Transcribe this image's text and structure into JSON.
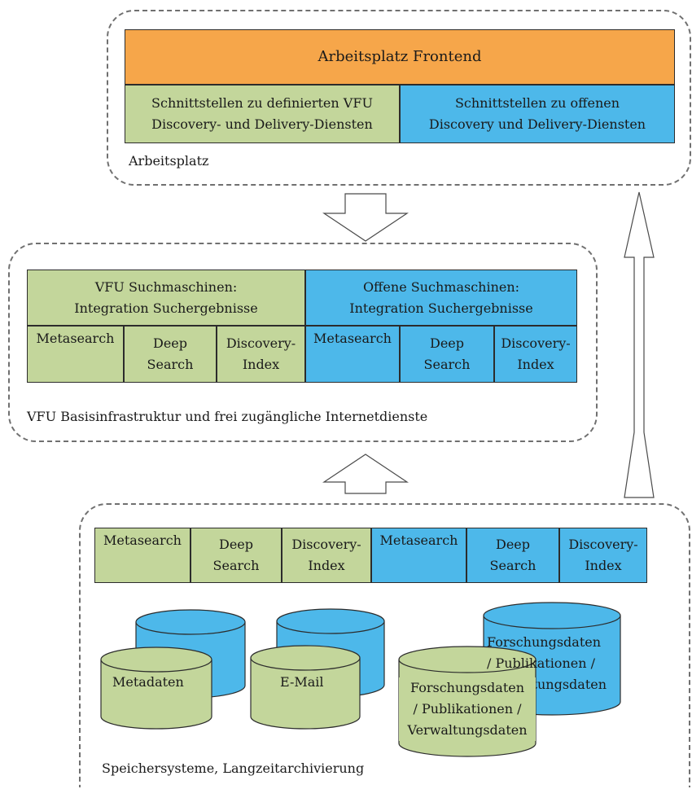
{
  "colors": {
    "green": "#c3d69b",
    "blue": "#4db8ea",
    "orange": "#f6a64a",
    "cylinder_green": "#c3d69b",
    "cylinder_blue": "#4db8ea"
  },
  "top": {
    "frontend": "Arbeitsplatz Frontend",
    "left_interface": "Schnittstellen zu definierten VFU\nDiscovery-  und Delivery-Diensten",
    "right_interface": "Schnittstellen zu offenen\nDiscovery und Delivery-Diensten",
    "caption": "Arbeitsplatz"
  },
  "middle": {
    "left_header": "VFU Suchmaschinen:\nIntegration Suchergebnisse",
    "right_header": "Offene Suchmaschinen:\nIntegration Suchergebnisse",
    "left_items": [
      "Metasearch",
      "Deep\nSearch",
      "Discovery-\nIndex"
    ],
    "right_items": [
      "Metasearch",
      "Deep\nSearch",
      "Discovery-\nIndex"
    ],
    "caption": "VFU  Basisinfrastruktur und frei zugängliche Internetdienste"
  },
  "bottom": {
    "row": [
      "Metasearch",
      "Deep\nSearch",
      "Discovery-\nIndex",
      "Metasearch",
      "Deep\nSearch",
      "Discovery-\nIndex"
    ],
    "back_cylinder_right": "Forschungsdaten\n/ Publikationen /\nVerwaltungsdaten",
    "cylinder_metadata": "Metadaten",
    "cylinder_email": "E-Mail",
    "cylinder_research": "Forschungsdaten\n/ Publikationen /\nVerwaltungsdaten",
    "caption": "Speichersysteme, Langzeitarchivierung"
  }
}
